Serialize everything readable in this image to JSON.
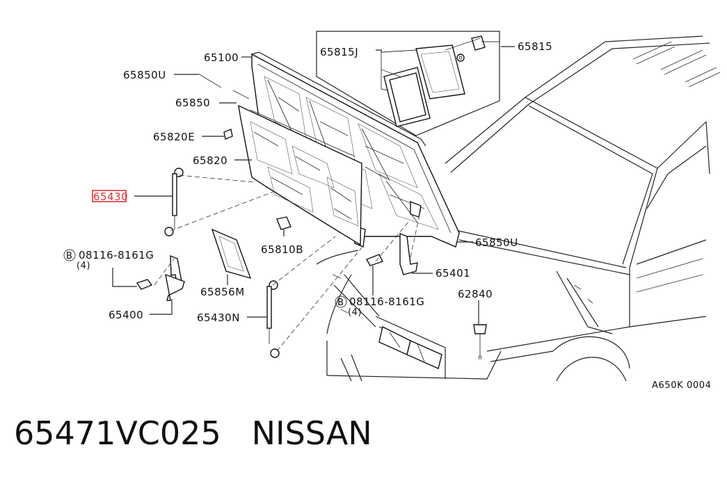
{
  "callouts": {
    "p65815": "65815",
    "p65815J": "65815J",
    "p65100": "65100",
    "p65850U_top": "65850U",
    "p65850": "65850",
    "p65820E": "65820E",
    "p65820": "65820",
    "p65430": "65430",
    "p65810B": "65810B",
    "p65850U_right": "65850U",
    "bolt_left": "08116-8161G",
    "bolt_left_qty": "(4)",
    "bolt_right": "08116-8161G",
    "bolt_right_qty": "(4)",
    "bolt_symbol": "B",
    "p65401": "65401",
    "p65856M": "65856M",
    "p62840": "62840",
    "p65400": "65400",
    "p65430N": "65430N"
  },
  "diagram_ref": "A650K 0004",
  "highlight_color": "#e03030",
  "caption": {
    "part_number": "65471VC025",
    "brand": "NISSAN"
  }
}
